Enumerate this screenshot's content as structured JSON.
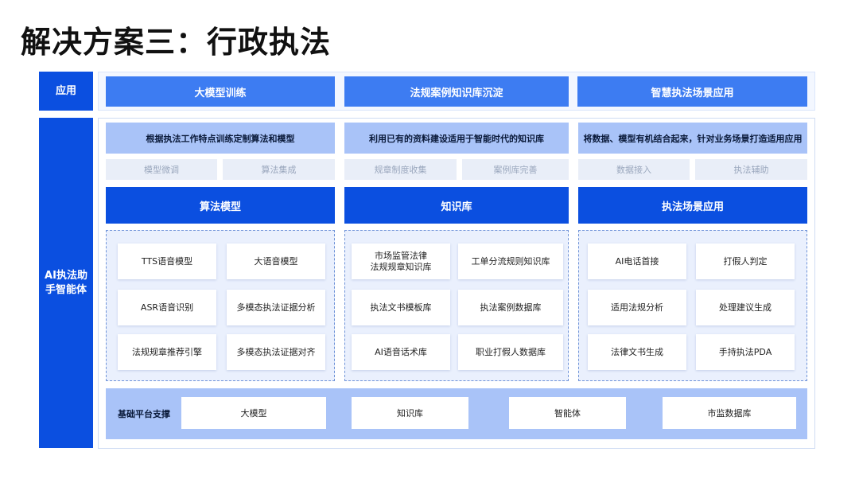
{
  "title": "解决方案三：行政执法",
  "sidebar": {
    "app_label": "应用",
    "agent_label": "AI执法助\n手智能体"
  },
  "applications": [
    "大模型训练",
    "法规案例知识库沉淀",
    "智慧执法场景应用"
  ],
  "columns": [
    {
      "description": "根据执法工作特点训练定制算法和模型",
      "subs": [
        "模型微调",
        "算法集成"
      ],
      "header": "算法模型",
      "items": [
        "TTS语音模型",
        "大语音模型",
        "ASR语音识别",
        "多模态执法证据分析",
        "法规规章推荐引擎",
        "多模态执法证据对齐"
      ]
    },
    {
      "description": "利用已有的资料建设适用于智能时代的知识库",
      "subs": [
        "规章制度收集",
        "案例库完善"
      ],
      "header": "知识库",
      "items": [
        "市场监管法律\n法规规章知识库",
        "工单分流规则知识库",
        "执法文书模板库",
        "执法案例数据库",
        "AI语音话术库",
        "职业打假人数据库"
      ]
    },
    {
      "description": "将数据、模型有机结合起来，针对业务场景打造适用应用",
      "subs": [
        "数据接入",
        "执法辅助"
      ],
      "header": "执法场景应用",
      "items": [
        "AI电话首接",
        "打假人判定",
        "适用法规分析",
        "处理建议生成",
        "法律文书生成",
        "手持执法PDA"
      ]
    }
  ],
  "base": {
    "label": "基础平台支撑",
    "items": [
      "大模型",
      "知识库",
      "智能体",
      "市监数据库"
    ]
  }
}
